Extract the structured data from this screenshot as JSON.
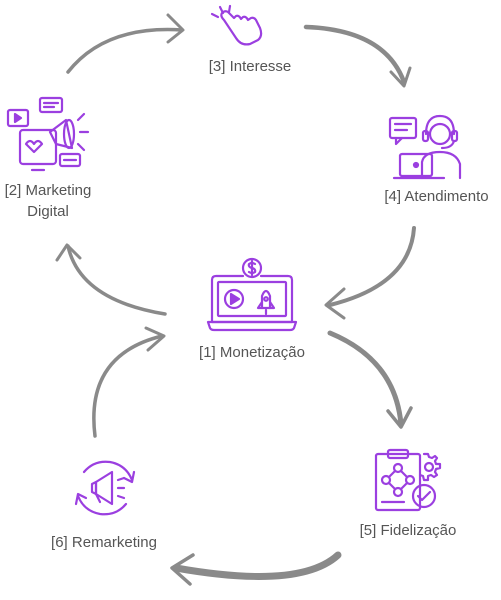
{
  "colors": {
    "icon": "#9b3fe0",
    "arrow": "#8a8a8a",
    "text": "#555555"
  },
  "nodes": [
    {
      "id": "monetizacao",
      "label": "[1] Monetização",
      "icon": "laptop-video-rocket-icon"
    },
    {
      "id": "marketing",
      "label_line1": "[2] Marketing",
      "label_line2": "Digital",
      "icon": "megaphone-social-icon"
    },
    {
      "id": "interesse",
      "label": "[3] Interesse",
      "icon": "hand-click-icon"
    },
    {
      "id": "atendimento",
      "label": "[4] Atendimento",
      "icon": "headset-agent-icon"
    },
    {
      "id": "fidelizacao",
      "label": "[5] Fidelização",
      "icon": "clipboard-network-icon"
    },
    {
      "id": "remarketing",
      "label": "[6] Remarketing",
      "icon": "megaphone-cycle-icon"
    }
  ]
}
